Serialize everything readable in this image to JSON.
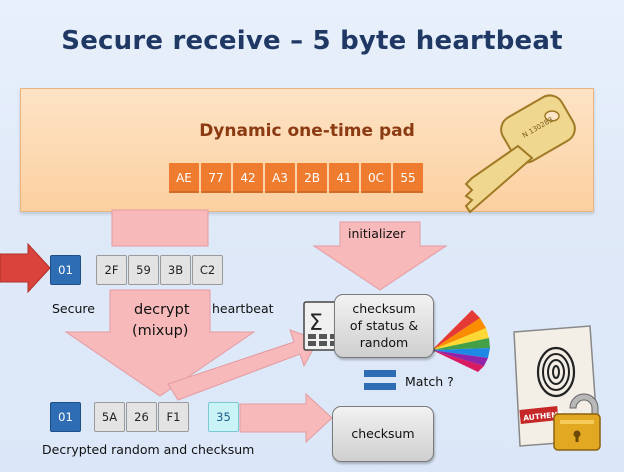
{
  "title": "Secure receive – 5 byte heartbeat",
  "pad": {
    "title": "Dynamic one-time pad",
    "bytes": [
      "AE",
      "77",
      "42",
      "A3",
      "2B",
      "41",
      "0C",
      "55"
    ],
    "key_label": "N 130283"
  },
  "received": {
    "bytes": [
      "01",
      "2F",
      "59",
      "3B",
      "C2"
    ],
    "secure_label": "Secure",
    "heartbeat_label": "heartbeat"
  },
  "decrypt_label_1": "decrypt",
  "decrypt_label_2": "(mixup)",
  "initializer_label": "initializer",
  "checksum_status": {
    "line1": "checksum",
    "line2": "of status &",
    "line3": "random"
  },
  "match_label": "Match ?",
  "decrypted": {
    "bytes": [
      "01",
      "5A",
      "26",
      "F1"
    ],
    "checksum_byte": "35",
    "label": "Decrypted random and checksum"
  },
  "checksum_box_label": "checksum",
  "stamp_label": "AUTHENT",
  "colors": {
    "title": "#1f3864",
    "pad_byte": "#ee7b2e",
    "secure_byte": "#2e6db3",
    "arrow_pink": "#f7b9ba",
    "arrow_red": "#d9433c"
  }
}
